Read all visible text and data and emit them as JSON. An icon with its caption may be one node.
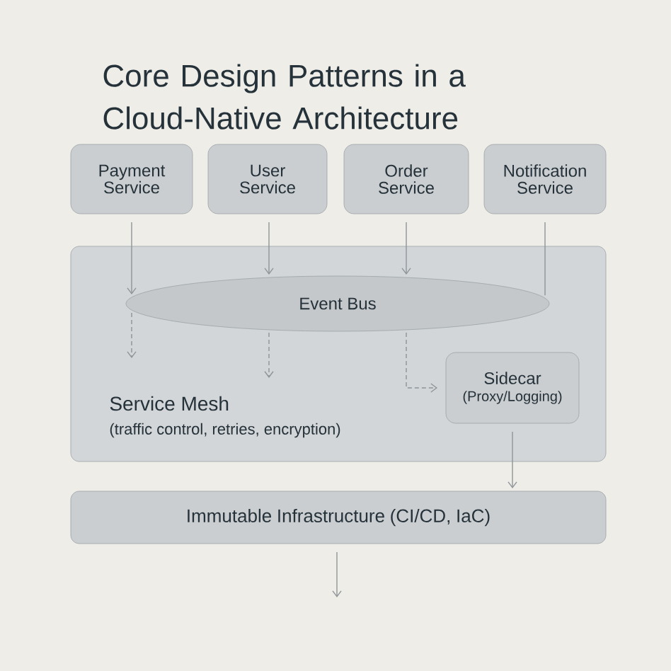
{
  "diagram": {
    "title": "Core Design Patterns in a Cloud-Native Architecture",
    "nodes": [
      {
        "text": [
          "Payment Service"
        ]
      },
      {
        "text": [
          "User Service"
        ]
      },
      {
        "text": [
          "Order Service"
        ]
      },
      {
        "text": [
          "Notification Service"
        ]
      },
      {
        "text": [
          "Service Mesh",
          "(traffic control, retries, encryption)"
        ]
      },
      {
        "text": [
          "Event Bus"
        ],
        "in": 4
      },
      {
        "text": [
          "Sidecar",
          "(Proxy/Logging)"
        ],
        "in": 4
      },
      {
        "text": [
          "Immutable Infrastructure (CI/CD, IaC)"
        ]
      }
    ],
    "edges": [
      {
        "from": 0,
        "to": 5,
        "arrow": "to"
      },
      {
        "from": 1,
        "to": 5,
        "arrow": "to"
      },
      {
        "from": 2,
        "to": 5,
        "arrow": "to"
      },
      {
        "from": 3,
        "to": 5,
        "arrow": "none"
      },
      {
        "from": 5,
        "to": null,
        "arrow": "to",
        "style": "dashed"
      },
      {
        "from": 5,
        "to": null,
        "arrow": "to",
        "style": "dashed"
      },
      {
        "from": 5,
        "to": 6,
        "arrow": "to",
        "style": "dashed"
      },
      {
        "from": 6,
        "to": 7,
        "arrow": "to"
      },
      {
        "from": 7,
        "to": null,
        "arrow": "to"
      }
    ]
  }
}
